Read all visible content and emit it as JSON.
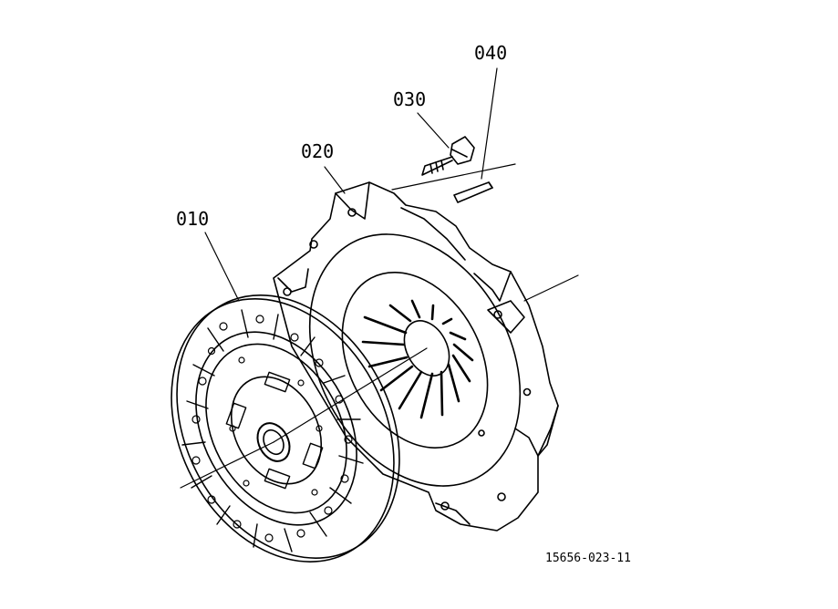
{
  "labels": {
    "part_010": "010",
    "part_020": "020",
    "part_030": "030",
    "part_040": "040"
  },
  "reference_number": "15656-023-11",
  "colors": {
    "ink": "#000000",
    "paper": "#ffffff"
  }
}
